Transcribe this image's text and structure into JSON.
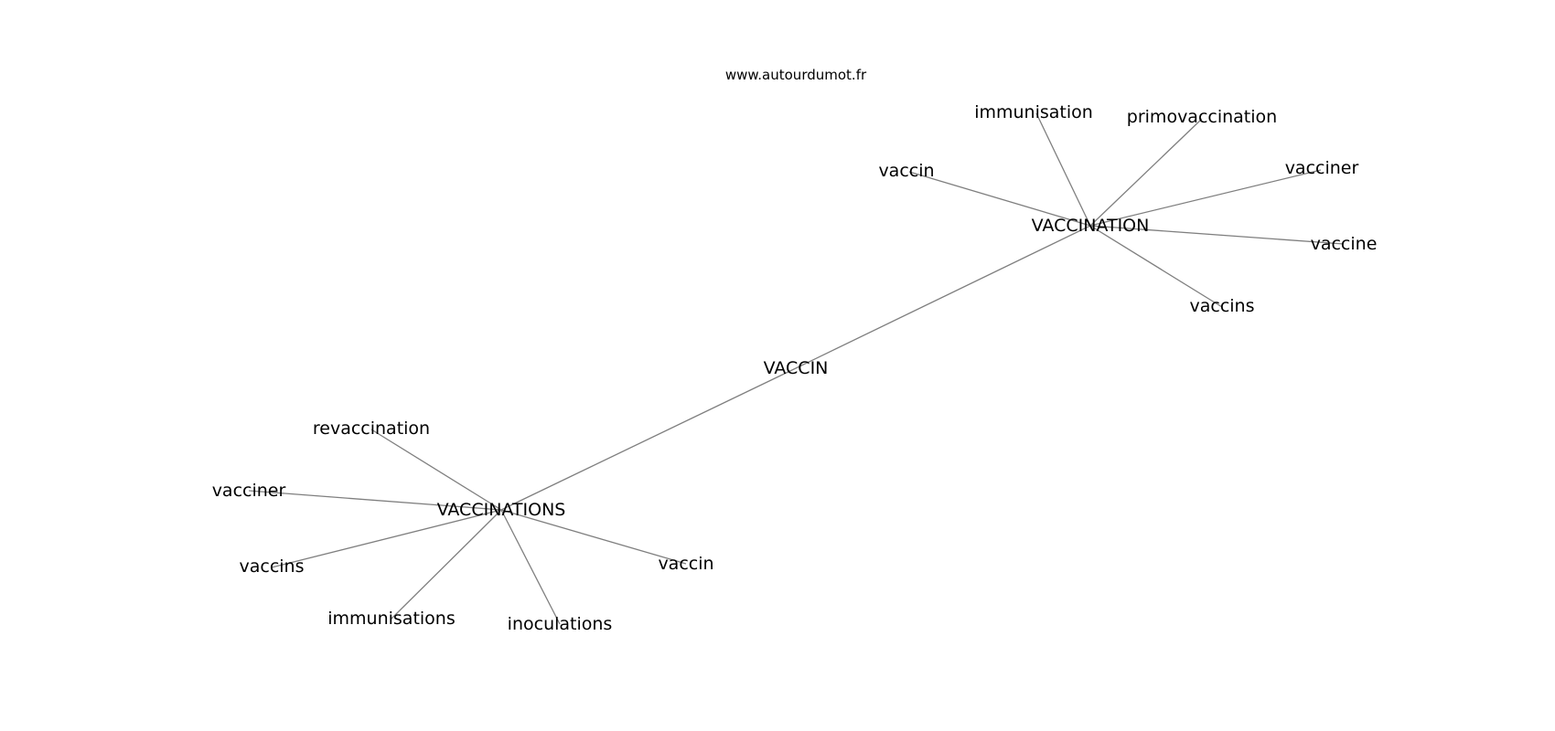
{
  "watermark": "www.autourdumot.fr",
  "graph": {
    "center": "VACCIN",
    "hubs": [
      {
        "label": "VACCINATION",
        "neighbors": [
          "immunisation",
          "primovaccination",
          "vaccin",
          "vacciner",
          "vaccine",
          "vaccins"
        ]
      },
      {
        "label": "VACCINATIONS",
        "neighbors": [
          "revaccination",
          "vacciner",
          "vaccins",
          "immunisations",
          "inoculations",
          "vaccin"
        ]
      }
    ]
  }
}
